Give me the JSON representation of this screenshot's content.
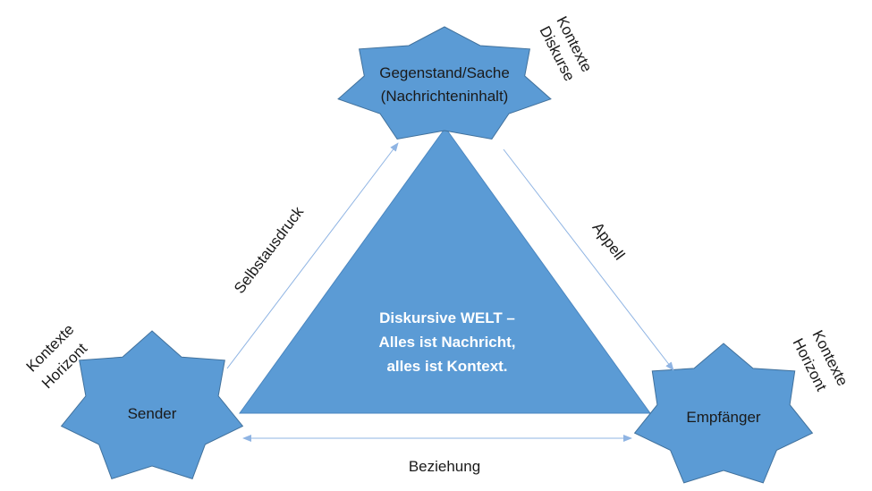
{
  "nodes": {
    "top": {
      "line1": "Gegenstand/Sache",
      "line2": "(Nachrichteninhalt)"
    },
    "left": {
      "label": "Sender"
    },
    "right": {
      "label": "Empfänger"
    }
  },
  "center": {
    "line1": "Diskursive WELT –",
    "line2": "Alles ist Nachricht,",
    "line3": "alles ist Kontext."
  },
  "edges": {
    "left": "Selbstausdruck",
    "right": "Appell",
    "bottom": "Beziehung"
  },
  "context_labels": {
    "top": {
      "line1": "Kontexte",
      "line2": "Diskurse"
    },
    "left": {
      "line1": "Kontexte",
      "line2": "Horizont"
    },
    "right": {
      "line1": "Kontexte",
      "line2": "Horizont"
    }
  },
  "colors": {
    "shape_fill": "#5b9bd5",
    "shape_stroke": "#41719c",
    "arrow": "#8fb4e3",
    "center_text": "#ffffff"
  }
}
